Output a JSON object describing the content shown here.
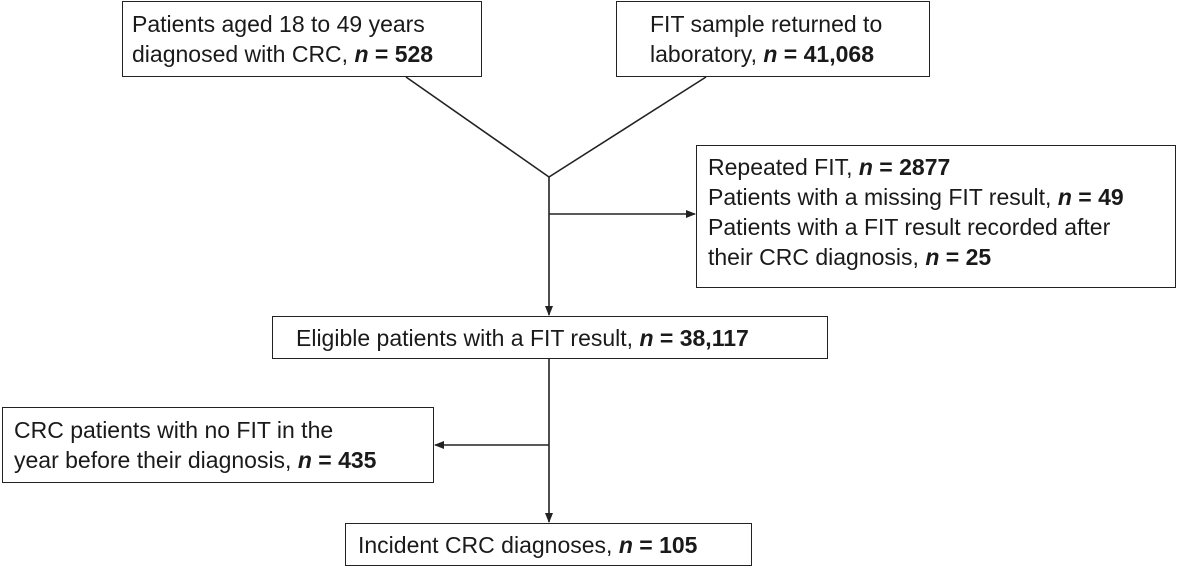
{
  "boxes": {
    "patients": {
      "line1": "Patients aged 18 to 49 years",
      "line2_text": "diagnosed with CRC, ",
      "n_label": "n",
      "n_value": " = 528"
    },
    "fit_returned": {
      "line1": "FIT sample returned to",
      "line2_text": "laboratory, ",
      "n_label": "n",
      "n_value": " = 41,068"
    },
    "exclusions": {
      "item1_text": "Repeated FIT, ",
      "item1_n_label": "n",
      "item1_n_value": " = 2877",
      "item2_text": "Patients with a missing FIT result, ",
      "item2_n_label": "n",
      "item2_n_value": " = 49",
      "item3_line1": "Patients with a FIT result recorded after",
      "item3_line2_text": "their CRC diagnosis, ",
      "item3_n_label": "n",
      "item3_n_value": " = 25"
    },
    "eligible": {
      "text": "Eligible patients with a FIT result, ",
      "n_label": "n",
      "n_value": " = 38,117"
    },
    "no_fit": {
      "line1": "CRC patients with no FIT in the",
      "line2_text": "year before their diagnosis, ",
      "n_label": "n",
      "n_value": " = 435"
    },
    "incident": {
      "text": "Incident CRC diagnoses, ",
      "n_label": "n",
      "n_value": " = 105"
    }
  }
}
